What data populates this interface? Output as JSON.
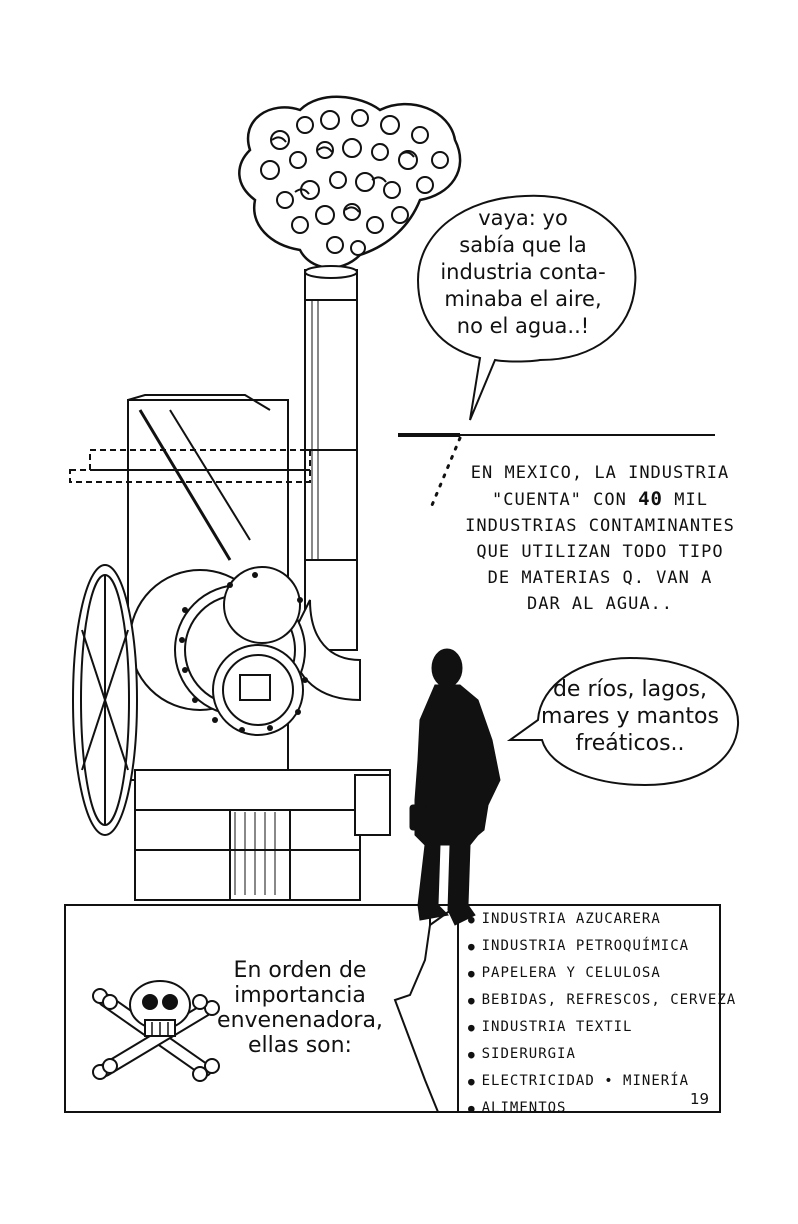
{
  "bubble_top": {
    "lines": [
      "vaya: yo",
      "sabía que la",
      "industria conta-",
      "minaba el aire,",
      "no el agua..!"
    ]
  },
  "narration": {
    "line1": "EN MEXICO, LA INDUSTRIA",
    "line2_pre": "\"CUENTA\" CON",
    "line2_num": "40",
    "line2_post": "MIL",
    "line3": "INDUSTRIAS CONTAMINANTES",
    "line4": "QUE UTILIZAN TODO TIPO",
    "line5": "DE MATERIAS Q. VAN A",
    "line6": "DAR AL AGUA.."
  },
  "bubble_mid": {
    "lines": [
      "de ríos, lagos,",
      "mares y mantos",
      "freáticos.."
    ]
  },
  "order_caption": {
    "lines": [
      "En orden de",
      "importancia",
      "envenenadora,",
      "ellas son:"
    ]
  },
  "industries": [
    "INDUSTRIA AZUCARERA",
    "INDUSTRIA PETROQUÍMICA",
    "PAPELERA Y CELULOSA",
    "BEBIDAS, REFRESCOS, CERVEZA",
    "INDUSTRIA TEXTIL",
    "SIDERURGIA",
    "ELECTRICIDAD • MINERÍA",
    "ALIMENTOS"
  ],
  "page_number": "19",
  "colors": {
    "ink": "#111111",
    "paper": "#ffffff"
  }
}
